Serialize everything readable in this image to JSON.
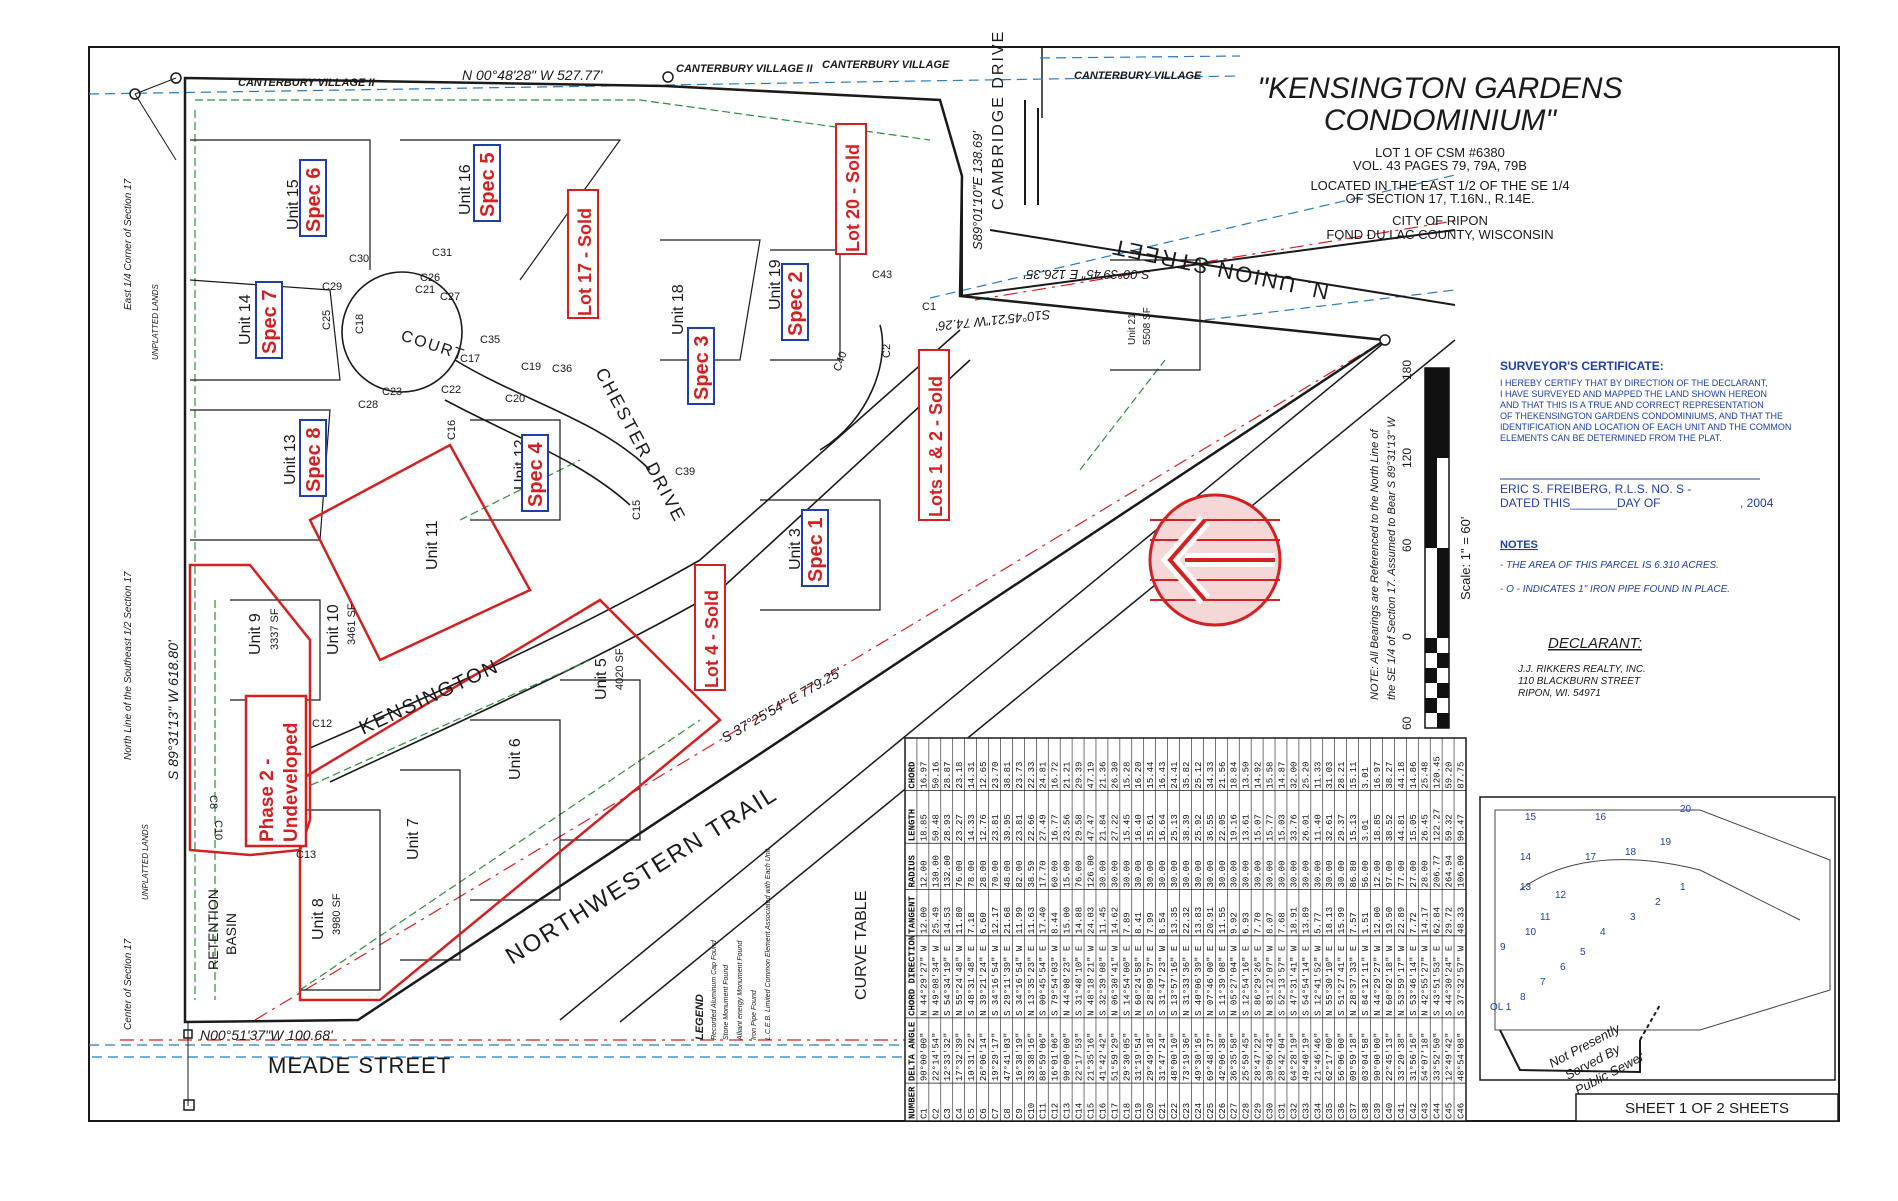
{
  "title": {
    "line1": "\"KENSINGTON GARDENS",
    "line2": "CONDOMINIUM\"",
    "info": [
      "LOT 1 OF CSM #6380",
      "VOL. 43 PAGES 79, 79A, 79B",
      "LOCATED IN THE EAST 1/2 OF THE SE 1/4",
      "OF SECTION 17, T.16N., R.14E.",
      "CITY OF RIPON",
      "FOND DU LAC COUNTY, WISCONSIN"
    ]
  },
  "surveyor": {
    "heading": "SURVEYOR'S CERTIFICATE:",
    "body": [
      "I HEREBY CERTIFY THAT BY DIRECTION OF THE DECLARANT,",
      "I HAVE SURVEYED AND MAPPED THE LAND SHOWN HEREON",
      "AND THAT THIS IS A TRUE AND CORRECT REPRESENTATION",
      "OF THEKENSINGTON GARDENS CONDOMINIUMS, AND THAT THE",
      "IDENTIFICATION AND LOCATION OF EACH UNIT AND THE COMMON",
      "ELEMENTS CAN BE DETERMINED FROM THE PLAT."
    ],
    "signature": "ERIC S. FREIBERG, R.L.S. NO. S -",
    "dated": "DATED THIS_______DAY OF",
    "year": ", 2004"
  },
  "notes": {
    "heading": "NOTES",
    "items": [
      "- THE AREA OF THIS PARCEL IS 6.310 ACRES.",
      "- O - INDICATES 1\" IRON PIPE FOUND IN PLACE."
    ]
  },
  "declarant": {
    "heading": "DECLARANT:",
    "lines": [
      "J.J. RIKKERS REALTY, INC.",
      "110 BLACKBURN STREET",
      "RIPON, WI. 54971"
    ]
  },
  "sheet": "SHEET 1 OF 2 SHEETS",
  "scale": {
    "label": "Scale: 1\" = 60'",
    "ticks": [
      "180",
      "120",
      "60",
      "0",
      "60"
    ]
  },
  "bearing_note": [
    "NOTE: All Bearings are Referenced to the North Line of",
    "the SE 1/4 of Section 17. Assumed to Bear S 89°31'13\" W"
  ],
  "streets": {
    "northwestern": "NORTHWESTERN TRAIL",
    "kensington": "KENSINGTON",
    "chester_drive": "CHESTER DRIVE",
    "court": "COURT",
    "union": "N. UNION STREET",
    "cambridge": "CAMBRIDGE DRIVE",
    "meade": "MEADE STREET"
  },
  "boundary": {
    "north": "N 00°48'28\" W 527.77'",
    "west": "S 89°31'13\" W 618.80'",
    "south": "N00°51'37\"W 100.68'",
    "diag": "S 37°25'54\" E 779.25'",
    "cambridge_brg": "S89°01'10\"E 138.69'",
    "union_brg": "S10°45'21\"W 74.26'",
    "union_brg2": "S 00°39'45\" E 126.35'"
  },
  "neighbors": [
    "CANTERBURY VILLAGE II",
    "CANTERBURY VILLAGE II",
    "CANTERBURY VILLAGE",
    "CANTERBURY VILLAGE"
  ],
  "side_labels": [
    "East 1/4 Corner of Section 17",
    "North Line of the Southeast 1/2 Section 17",
    "Center of Section 17",
    "UNPLATTED LANDS",
    "UNPLATTED LANDS"
  ],
  "units": [
    "Unit 15",
    "Unit 16",
    "Unit 14",
    "Unit 13",
    "Unit 18",
    "Unit 19",
    "Unit 12",
    "Unit 11",
    "Unit 10",
    "Unit 9",
    "Unit 5",
    "Unit 6",
    "Unit 7",
    "Unit 8",
    "Unit 3",
    "Unit 21"
  ],
  "unit_areas": {
    "u10": "3461 SF",
    "u9": "3337 SF",
    "u5": "4020 SF",
    "u8": "3980 SF",
    "u21": "5508 SF"
  },
  "retention": [
    "RETENTION",
    "BASIN"
  ],
  "specs": [
    "Spec 6",
    "Spec 5",
    "Spec 7",
    "Spec 8",
    "Spec 3",
    "Spec 2",
    "Spec 4",
    "Spec 1"
  ],
  "sold": [
    "Lot 17 - Sold",
    "Lot 20 - Sold",
    "Lots 1 & 2 - Sold",
    "Lot 4 - Sold"
  ],
  "phase2": [
    "Phase 2 -",
    "Undeveloped"
  ],
  "curve_table": {
    "title": "CURVE TABLE",
    "headers": [
      "NUMBER",
      "DELTA ANGLE",
      "CHORD DIRECTION",
      "TANGENT",
      "RADIUS",
      "LENGTH",
      "CHORD"
    ],
    "rows": [
      [
        "C1",
        "90°00'00\"",
        "N 44°29'27\" W",
        "12.00",
        "12.00",
        "18.85",
        "16.97"
      ],
      [
        "C2",
        "22°14'54\"",
        "N 49°08'34\" W",
        "25.49",
        "130.00",
        "50.48",
        "50.16"
      ],
      [
        "C3",
        "12°33'32\"",
        "S 54°34'19\" E",
        "14.53",
        "132.00",
        "28.93",
        "28.87"
      ],
      [
        "C4",
        "17°32'39\"",
        "N 55°24'48\" W",
        "11.80",
        "76.00",
        "23.27",
        "23.18"
      ],
      [
        "C5",
        "10°31'22\"",
        "S 48°31'48\" E",
        "7.18",
        "78.00",
        "14.33",
        "14.31"
      ],
      [
        "C6",
        "26°06'14\"",
        "N 39°21'24\" E",
        "6.60",
        "28.00",
        "12.76",
        "12.65"
      ],
      [
        "C7",
        "19°29'17\"",
        "S 34°16'54\" W",
        "12.17",
        "70.00",
        "23.81",
        "23.70"
      ],
      [
        "C8",
        "47°41'03\"",
        "S 29°11'39\" E",
        "21.68",
        "48.00",
        "39.95",
        "38.81"
      ],
      [
        "C9",
        "16°38'19\"",
        "S 34°16'54\" W",
        "11.99",
        "82.00",
        "23.81",
        "23.73"
      ],
      [
        "C10",
        "33°38'16\"",
        "N 13°35'23\" E",
        "11.63",
        "38.59",
        "22.66",
        "22.33"
      ],
      [
        "C11",
        "88°59'06\"",
        "S 00°45'54\" E",
        "17.40",
        "17.70",
        "27.49",
        "24.81"
      ],
      [
        "C12",
        "16°01'06\"",
        "S 79°54'03\" W",
        "8.44",
        "60.00",
        "16.77",
        "16.72"
      ],
      [
        "C13",
        "90°00'00\"",
        "N 44°08'23\" E",
        "15.00",
        "15.00",
        "23.56",
        "21.21"
      ],
      [
        "C14",
        "22°17'53\"",
        "S 31°48'10\" E",
        "14.88",
        "76.00",
        "29.58",
        "29.39"
      ],
      [
        "C15",
        "21°35'16\"",
        "N 48°18'21\" W",
        "24.03",
        "126.00",
        "47.47",
        "47.19"
      ],
      [
        "C16",
        "41°42'42\"",
        "S 32°39'08\" E",
        "11.45",
        "30.00",
        "21.84",
        "21.36"
      ],
      [
        "C17",
        "51°59'29\"",
        "N 06°30'41\" W",
        "14.62",
        "30.00",
        "27.22",
        "26.30"
      ],
      [
        "C18",
        "29°30'05\"",
        "S 14°54'00\" E",
        "7.89",
        "30.00",
        "15.45",
        "15.28"
      ],
      [
        "C19",
        "31°19'54\"",
        "N 60°24'58\" E",
        "8.41",
        "30.00",
        "16.40",
        "16.20"
      ],
      [
        "C20",
        "29°49'18\"",
        "S 28°09'57\" E",
        "7.99",
        "30.00",
        "15.61",
        "15.44"
      ],
      [
        "C21",
        "31°47'24\"",
        "S 31°47'23\" W",
        "8.54",
        "30.00",
        "16.64",
        "16.43"
      ],
      [
        "C22",
        "48°00'10\"",
        "S 13°57'16\" E",
        "13.35",
        "30.00",
        "25.13",
        "24.41"
      ],
      [
        "C23",
        "73°19'36\"",
        "N 31°33'36\" E",
        "22.32",
        "30.00",
        "38.39",
        "35.82"
      ],
      [
        "C24",
        "49°30'16\"",
        "S 40°06'39\" E",
        "13.83",
        "30.00",
        "25.92",
        "25.12"
      ],
      [
        "C25",
        "69°48'37\"",
        "N 07°46'00\" E",
        "20.91",
        "30.00",
        "36.55",
        "34.33"
      ],
      [
        "C26",
        "42°06'38\"",
        "S 11°39'08\" E",
        "11.55",
        "30.00",
        "22.05",
        "21.56"
      ],
      [
        "C27",
        "36°35'58\"",
        "N 05°27'04\" W",
        "9.92",
        "30.00",
        "19.16",
        "18.84"
      ],
      [
        "C28",
        "25°59'45\"",
        "S 12°54'16\" E",
        "6.93",
        "30.00",
        "13.61",
        "13.50"
      ],
      [
        "C29",
        "28°47'22\"",
        "S 86°29'26\" E",
        "7.70",
        "30.00",
        "15.07",
        "14.92"
      ],
      [
        "C30",
        "30°06'43\"",
        "N 81°12'07\" W",
        "8.07",
        "30.00",
        "15.77",
        "15.58"
      ],
      [
        "C31",
        "28°42'04\"",
        "S 52°13'57\" E",
        "7.68",
        "30.00",
        "15.03",
        "14.87"
      ],
      [
        "C32",
        "64°28'19\"",
        "S 47°31'41\" W",
        "18.91",
        "30.00",
        "33.76",
        "32.00"
      ],
      [
        "C33",
        "49°40'19\"",
        "S 54°54'14\" E",
        "13.89",
        "30.00",
        "26.01",
        "25.20"
      ],
      [
        "C34",
        "21°46'46\"",
        "S 12°41'52\" W",
        "5.77",
        "30.00",
        "11.40",
        "11.33"
      ],
      [
        "C35",
        "62°17'00\"",
        "N 55°30'10\" E",
        "18.13",
        "30.00",
        "32.61",
        "31.03"
      ],
      [
        "C36",
        "56°06'00\"",
        "S 51°27'41\" E",
        "15.99",
        "30.00",
        "29.37",
        "28.21"
      ],
      [
        "C37",
        "09°59'18\"",
        "N 28°37'33\" E",
        "7.57",
        "86.80",
        "15.13",
        "15.11"
      ],
      [
        "C38",
        "03°04'58\"",
        "S 84°12'11\" W",
        "1.51",
        "56.00",
        "3.01",
        "3.01"
      ],
      [
        "C39",
        "90°00'00\"",
        "N 44°29'27\" W",
        "12.00",
        "12.00",
        "18.85",
        "16.97"
      ],
      [
        "C40",
        "22°45'13\"",
        "N 60°02'18\" W",
        "19.50",
        "97.00",
        "38.52",
        "38.27"
      ],
      [
        "C41",
        "33°20'38\"",
        "N 53°59'17\" W",
        "22.89",
        "77.00",
        "44.81",
        "44.18"
      ],
      [
        "C42",
        "31°56'16\"",
        "S 53°46'14\" E",
        "7.72",
        "27.00",
        "15.05",
        "14.86"
      ],
      [
        "C43",
        "54°07'18\"",
        "N 42°55'27\" W",
        "14.17",
        "28.00",
        "26.45",
        "25.48"
      ],
      [
        "C44",
        "33°52'50\"",
        "S 43°51'53\" E",
        "62.84",
        "206.77",
        "122.27",
        "120.45"
      ],
      [
        "C45",
        "12°49'42\"",
        "S 44°30'24\" E",
        "29.72",
        "264.94",
        "59.32",
        "59.20"
      ],
      [
        "C46",
        "48°54'08\"",
        "S 37°32'57\" W",
        "48.33",
        "106.00",
        "90.47",
        "87.75"
      ]
    ]
  },
  "key_map": {
    "numbers": [
      "15",
      "16",
      "14",
      "17",
      "18",
      "19",
      "20",
      "13",
      "12",
      "11",
      "10",
      "9",
      "4",
      "3",
      "2",
      "1",
      "5",
      "6",
      "7",
      "8",
      "OL 1"
    ],
    "caption": [
      "Not Presently",
      "Served By",
      "Public Sewer"
    ]
  },
  "legend": {
    "heading": "LEGEND",
    "items": [
      "Recorded Aluminum Cap Found",
      "Stone Monument Found",
      "Alliant energy Monument Found",
      "Iron Pipe Found",
      "L.C.E.B. Limited Common Element Associated with Each Unit"
    ]
  },
  "curve_labels": [
    "C1",
    "C2",
    "C8",
    "C10",
    "C12",
    "C13",
    "C15",
    "C16",
    "C17",
    "C18",
    "C19",
    "C20",
    "C21",
    "C22",
    "C23",
    "C25",
    "C26",
    "C27",
    "C28",
    "C29",
    "C30",
    "C31",
    "C35",
    "C36",
    "C39",
    "C40",
    "C43"
  ],
  "colors": {
    "line": "#1a1a1a",
    "red": "#d42020",
    "blue": "#1c3fa8",
    "green": "#2a8f3a",
    "paper": "#ffffff"
  }
}
